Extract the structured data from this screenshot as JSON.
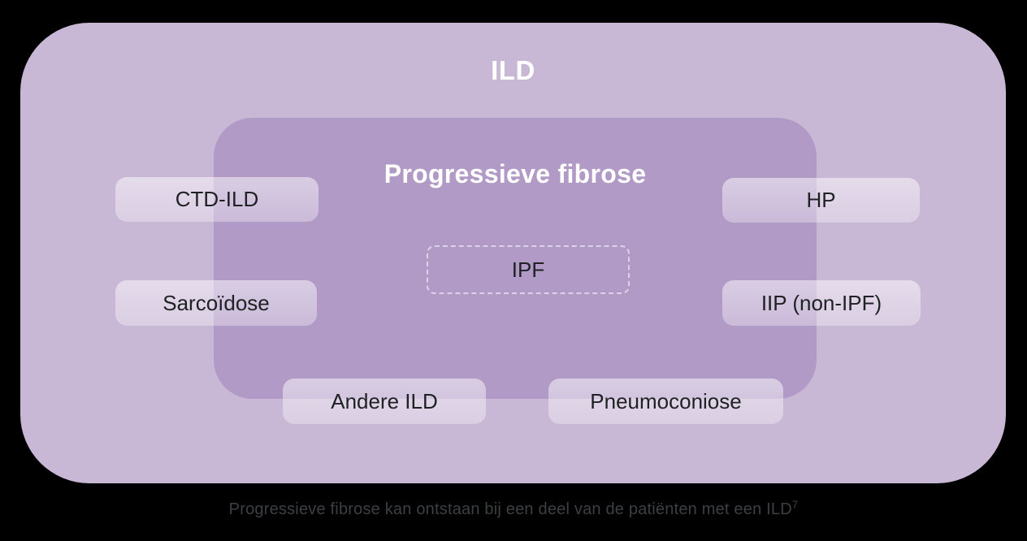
{
  "diagram": {
    "outer_label": "ILD",
    "inner_label": "Progressieve fibrose",
    "ipf_label": "IPF",
    "pills": [
      {
        "id": "ctd-ild",
        "label": "CTD-ILD"
      },
      {
        "id": "hp",
        "label": "HP"
      },
      {
        "id": "sarcoidose",
        "label": "Sarcoïdose"
      },
      {
        "id": "iip-non-ipf",
        "label": "IIP (non-IPF)"
      },
      {
        "id": "andere-ild",
        "label": "Andere ILD"
      },
      {
        "id": "pneumoconiose",
        "label": "Pneumoconiose"
      }
    ]
  },
  "caption": {
    "text": "Progressieve fibrose kan ontstaan bij een deel van de patiënten met een ILD",
    "reference_superscript": "7"
  },
  "colors": {
    "page_background": "#000000",
    "outer_fill": "#c9b7d6",
    "inner_fill": "#b29ac7",
    "pill_fill": "rgba(255,255,255,0.40)",
    "ipf_dashed_border": "#ddd3e8",
    "title_text": "#ffffff",
    "label_text": "#202124",
    "caption_text": "#3c4043"
  }
}
